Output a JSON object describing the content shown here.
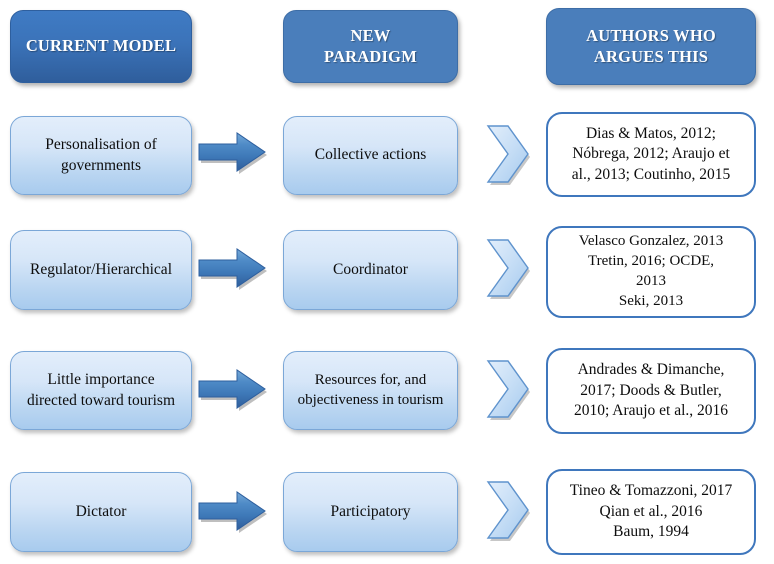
{
  "diagram": {
    "title": "Current model versus new paradigm in tourism governance",
    "columns": [
      {
        "key": "current_model",
        "header": "CURRENT MODEL",
        "style": "gradient"
      },
      {
        "key": "new_paradigm",
        "header": "NEW\nPARADIGM",
        "style": "flat"
      },
      {
        "key": "authors",
        "header": "AUTHORS WHO\nARGUES THIS",
        "style": "flat"
      }
    ],
    "header_lines": {
      "current_model": [
        "CURRENT MODEL"
      ],
      "new_paradigm": [
        "NEW",
        "PARADIGM"
      ],
      "authors": [
        "AUTHORS WHO",
        "ARGUES THIS"
      ]
    },
    "rows": [
      {
        "current_model": "Personalisation of governments",
        "current_model_lines": [
          "Personalisation of",
          "governments"
        ],
        "new_paradigm": "Collective  actions",
        "new_paradigm_lines": [
          "Collective  actions"
        ],
        "authors": "Dias & Matos, 2012; Nóbrega, 2012; Araujo et al., 2013; Coutinho, 2015",
        "authors_lines": [
          "Dias & Matos, 2012;",
          "Nóbrega, 2012; Araujo et",
          "al., 2013; Coutinho, 2015"
        ],
        "arrow_icon": "right-arrow-icon",
        "chevron_icon": "chevron-right-icon"
      },
      {
        "current_model": "Regulator/Hierarchical",
        "current_model_lines": [
          "Regulator/Hierarchical"
        ],
        "new_paradigm": "Coordinator",
        "new_paradigm_lines": [
          "Coordinator"
        ],
        "authors": "Velasco Gonzalez, 2013 Tretin, 2016; OCDE, 2013 Seki, 2013",
        "authors_lines": [
          "Velasco Gonzalez, 2013",
          "Tretin, 2016; OCDE,",
          "2013",
          "Seki, 2013"
        ],
        "arrow_icon": "right-arrow-icon",
        "chevron_icon": "chevron-right-icon"
      },
      {
        "current_model": "Little importance directed toward tourism",
        "current_model_lines": [
          "Little importance",
          "directed toward tourism"
        ],
        "new_paradigm": "Resources for, and objectiveness in tourism",
        "new_paradigm_lines": [
          "Resources for, and",
          "objectiveness  in tourism"
        ],
        "authors": "Andrades & Dimanche, 2017; Doods & Butler, 2010; Araujo et al., 2016",
        "authors_lines": [
          "Andrades & Dimanche,",
          "2017; Doods  & Butler,",
          "2010; Araujo et al., 2016"
        ],
        "arrow_icon": "right-arrow-icon",
        "chevron_icon": "chevron-right-icon"
      },
      {
        "current_model": "Dictator",
        "current_model_lines": [
          "Dictator"
        ],
        "new_paradigm": "Participatory",
        "new_paradigm_lines": [
          "Participatory"
        ],
        "authors": "Tineo & Tomazzoni, 2017 Qian et al., 2016 Baum, 1994",
        "authors_lines": [
          "Tineo & Tomazzoni, 2017",
          "Qian et al., 2016",
          "Baum, 1994"
        ],
        "arrow_icon": "right-arrow-icon",
        "chevron_icon": "chevron-right-icon"
      }
    ],
    "colors": {
      "header_gradient_top": "#3f7bc4",
      "header_gradient_bottom": "#2f5e9c",
      "header_flat": "#4a7ebb",
      "light_box_top": "#e3eefb",
      "light_box_bottom": "#a8cbee",
      "box_border": "#7ba7d7",
      "citation_border": "#3f77bd",
      "arrow_fill": "#4a86c5",
      "chevron_fill": "#c3dcf5",
      "text": "#0d0d0d",
      "header_text": "#ffffff",
      "background": "#ffffff"
    }
  }
}
